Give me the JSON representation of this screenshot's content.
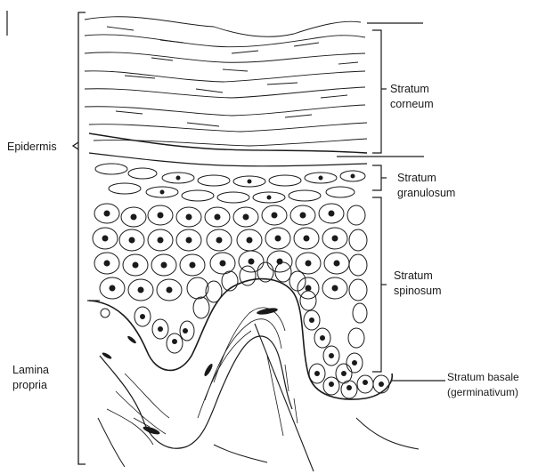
{
  "labels": {
    "epidermis": "Epidermis",
    "stratum_corneum": [
      "Stratum",
      "corneum"
    ],
    "stratum_granulosum": [
      "Stratum",
      "granulosum"
    ],
    "stratum_spinosum": [
      "Stratum",
      "spinosum"
    ],
    "stratum_basale": [
      "Stratum basale",
      "(germinativum)"
    ],
    "lamina_propria": [
      "Lamina",
      "propria"
    ]
  },
  "colors": {
    "ink": "#1a1a1a",
    "paper": "#ffffff",
    "shade": "#d9d9d9"
  }
}
